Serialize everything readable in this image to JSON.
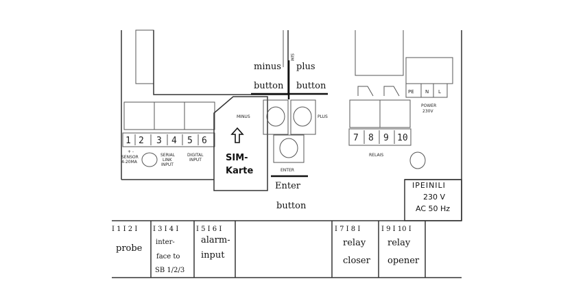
{
  "labels": {
    "minus": "minus",
    "minus_button": "button",
    "plus": "plus",
    "plus_button": "button",
    "enter": "Enter",
    "enter_button": "button"
  },
  "board": {
    "sim": "SIM",
    "minus_silk": "MINUS",
    "plus_silk": "PLUS",
    "enter_silk": "ENTER",
    "sim_karte_1": "SIM-",
    "sim_karte_2": "Karte",
    "terminals": [
      "1",
      "2",
      "3",
      "4",
      "5",
      "6"
    ],
    "polarity": "+ -",
    "sensor_1": "SENSOR",
    "sensor_2": "4-20MA",
    "serial_1": "SERIAL",
    "serial_2": "LINK",
    "serial_3": "INPUT",
    "digital_1": "DIGITAL",
    "digital_2": "INPUT",
    "relais_terminals": [
      "7",
      "8",
      "9",
      "10"
    ],
    "relais": "RELAIS",
    "pe": "PE",
    "n": "N",
    "l": "L",
    "power_1": "POWER",
    "power_2": "230V"
  },
  "mains": {
    "header": "IPEINILI",
    "voltage": "230 V",
    "freq": "AC 50 Hz"
  },
  "bottom": {
    "probe_nums": "I 1 I 2 I",
    "probe": "probe",
    "iface_nums": "I 3 I 4 I",
    "iface_1": "inter-",
    "iface_2": "face to",
    "iface_3": "SB 1/2/3",
    "alarm_nums": "I 5 I 6 I",
    "alarm_1": "alarm-",
    "alarm_2": "input",
    "closer_nums": "I 7 I 8 I",
    "closer_1": "relay",
    "closer_2": "closer",
    "opener_nums": "I 9 I 10 I",
    "opener_1": "relay",
    "opener_2": "opener"
  },
  "colors": {
    "line": "#333333",
    "text": "#111111",
    "background": "#ffffff"
  }
}
